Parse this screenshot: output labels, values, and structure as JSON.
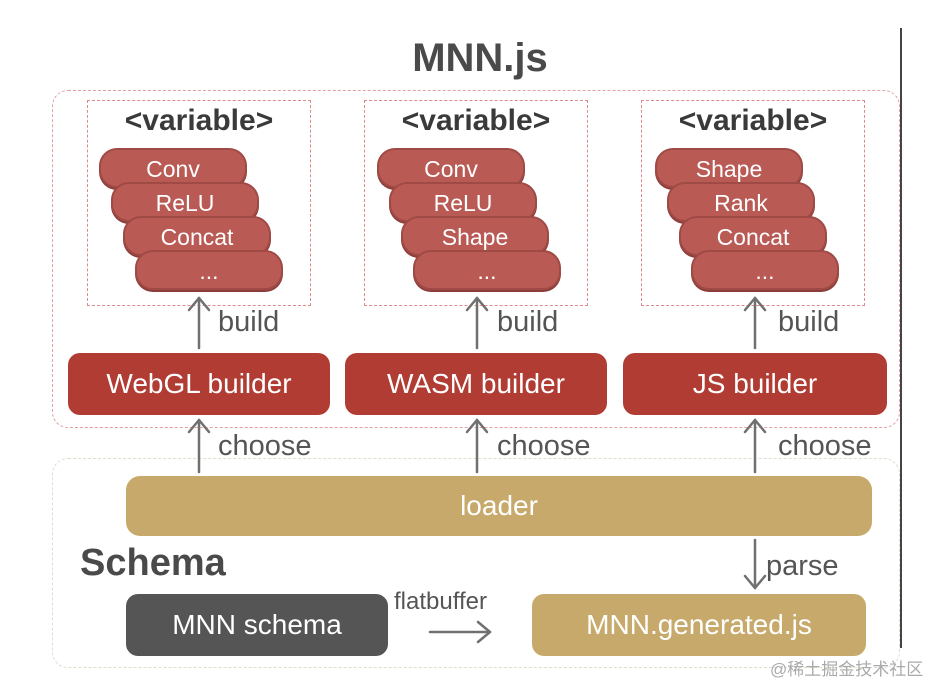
{
  "title": "MNN.js",
  "columns": [
    {
      "header": "<variable>",
      "ops": [
        "Conv",
        "ReLU",
        "Concat",
        "..."
      ],
      "build_label": "build",
      "builder": "WebGL builder",
      "choose_label": "choose"
    },
    {
      "header": "<variable>",
      "ops": [
        "Conv",
        "ReLU",
        "Shape",
        "..."
      ],
      "build_label": "build",
      "builder": "WASM builder",
      "choose_label": "choose"
    },
    {
      "header": "<variable>",
      "ops": [
        "Shape",
        "Rank",
        "Concat",
        "..."
      ],
      "build_label": "build",
      "builder": "JS builder",
      "choose_label": "choose"
    }
  ],
  "loader": "loader",
  "schema_section": "Schema",
  "mnn_schema": "MNN schema",
  "flatbuffer_label": "flatbuffer",
  "mnn_generated": "MNN.generated.js",
  "parse_label": "parse",
  "watermark": "@稀土掘金技术社区",
  "colors": {
    "builder": "#b03c33",
    "op_pill": "#b95a55",
    "loader": "#c7aa6b",
    "schema_box": "#555555",
    "top_border": "#e4a0a0",
    "arrow": "#707070"
  }
}
